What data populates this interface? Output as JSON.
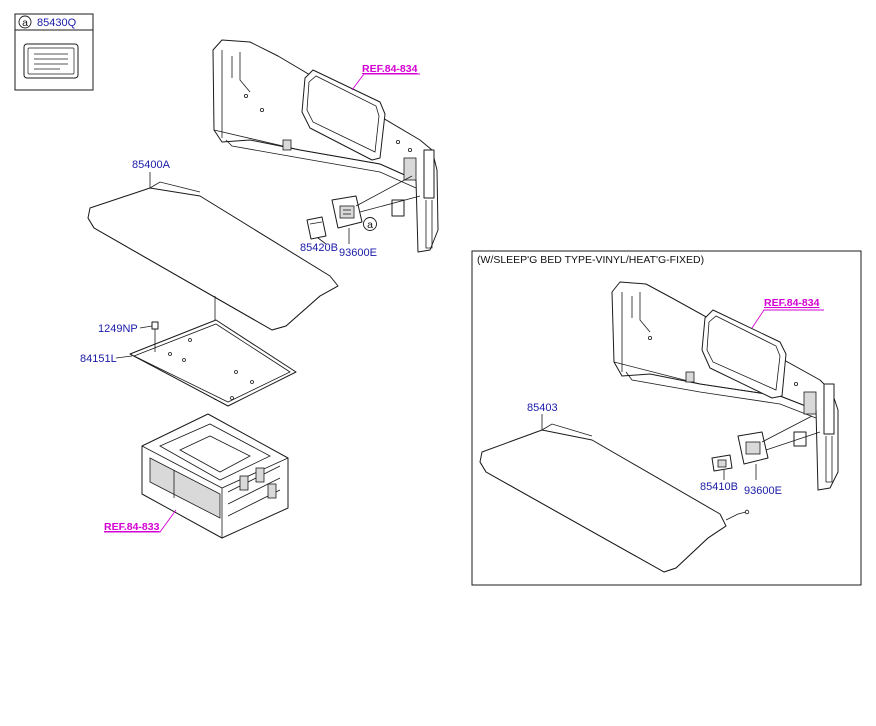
{
  "legend": {
    "marker": "a",
    "part_no": "85430Q"
  },
  "labels": {
    "mattress_main": "85400A",
    "clip": "85420B",
    "switch_main": "93600E",
    "bolt": "1249NP",
    "board": "84151L",
    "mattress_sub": "85403",
    "switch_sub_clip": "85410B",
    "switch_sub": "93600E",
    "callout_marker": "a"
  },
  "refs": {
    "trim_main": "REF.84-834",
    "trim_sub": "REF.84-834",
    "drawer": "REF.84-833"
  },
  "inset": {
    "title": "(W/SLEEP'G BED TYPE-VINYL/HEAT'G-FIXED)"
  },
  "colors": {
    "label": "#1a1aa8",
    "reference": "#d400d4",
    "line": "#1b1b1b"
  }
}
